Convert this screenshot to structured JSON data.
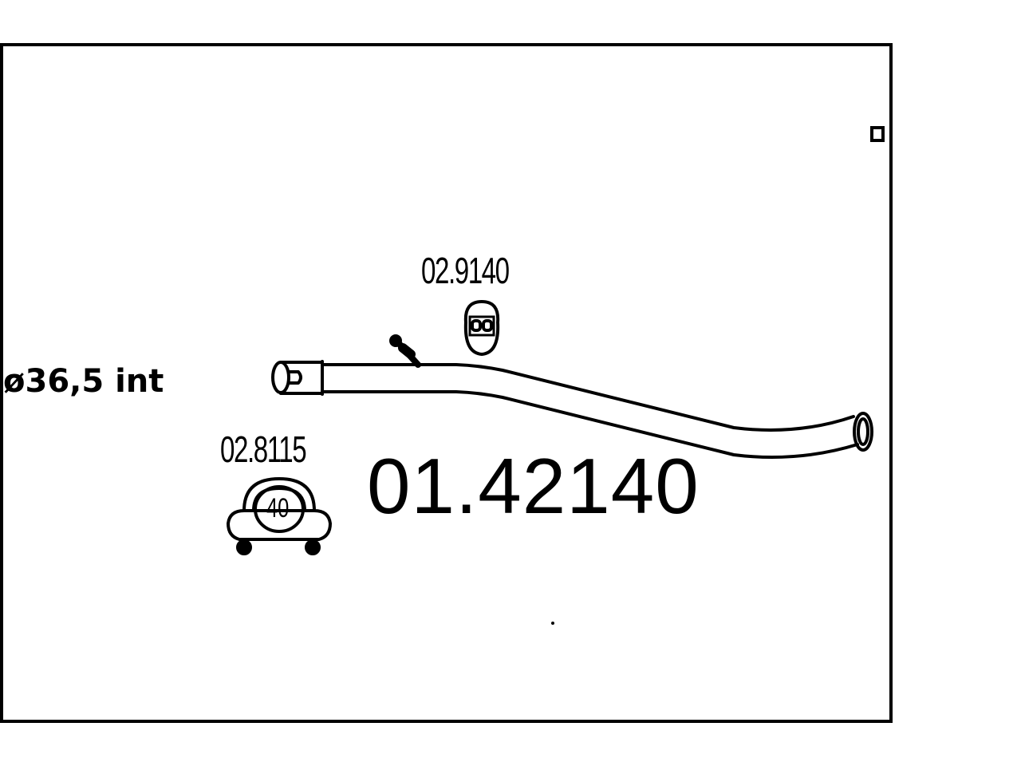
{
  "diagram": {
    "main_part_number": "01.42140",
    "inlet_diameter": "ø36,5 int",
    "hanger": {
      "part_number": "02.9140",
      "icon": "rubber-hanger-icon"
    },
    "clamp": {
      "part_number": "02.8115",
      "size": "40",
      "icon": "u-clamp-icon"
    },
    "part_icon": "exhaust-pipe-icon",
    "line_color": "#000000",
    "background_color": "#ffffff"
  }
}
